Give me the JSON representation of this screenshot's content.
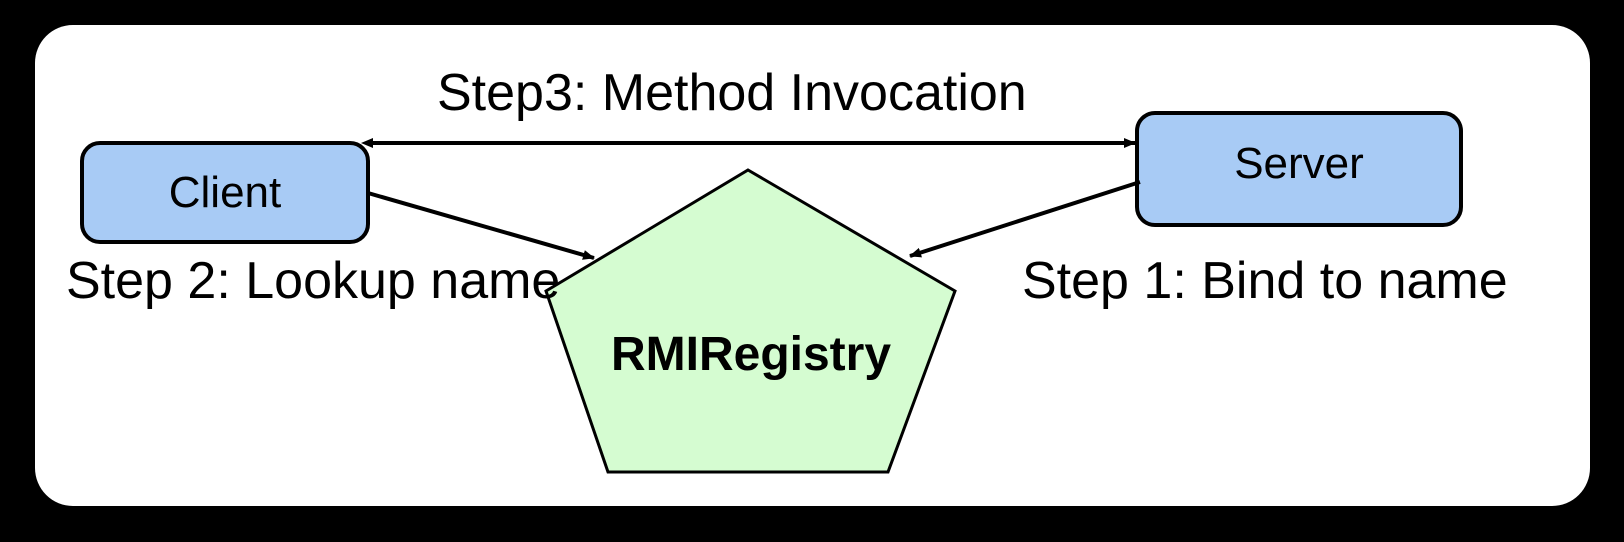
{
  "diagram": {
    "title": "Java RMI architecture diagram",
    "background_color": "#000000",
    "panel_color": "#ffffff",
    "nodes": [
      {
        "id": "client",
        "label": "Client",
        "shape": "rounded-rectangle",
        "fill": "#a8cbf5",
        "stroke": "#000000"
      },
      {
        "id": "server",
        "label": "Server",
        "shape": "rounded-rectangle",
        "fill": "#a8cbf5",
        "stroke": "#000000"
      },
      {
        "id": "rmiregistry",
        "label": "RMIRegistry",
        "shape": "pentagon",
        "fill": "#d5fcd1",
        "stroke": "#000000"
      }
    ],
    "edges": [
      {
        "id": "edge-method-invocation",
        "label": "Step3: Method Invocation",
        "from": "client",
        "to": "server",
        "arrowheads": "both"
      },
      {
        "id": "edge-lookup-name",
        "label": "Step 2: Lookup name",
        "from": "client",
        "to": "rmiregistry",
        "arrowheads": "end"
      },
      {
        "id": "edge-bind-to-name",
        "label": "Step 1: Bind to name",
        "from": "server",
        "to": "rmiregistry",
        "arrowheads": "end"
      }
    ]
  }
}
